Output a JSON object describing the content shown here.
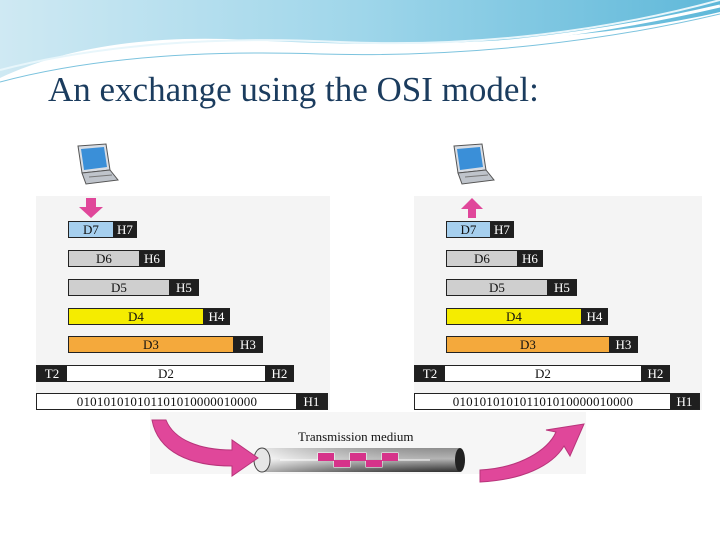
{
  "title": "An exchange using the OSI model:",
  "left_stack": [
    {
      "data": "D7",
      "header": "H7",
      "color": "blue"
    },
    {
      "data": "D6",
      "header": "H6",
      "color": "gray"
    },
    {
      "data": "D5",
      "header": "H5",
      "color": "gray"
    },
    {
      "data": "D4",
      "header": "H4",
      "color": "yellow"
    },
    {
      "data": "D3",
      "header": "H3",
      "color": "orange"
    },
    {
      "data": "D2",
      "header": "H2",
      "trailer": "T2",
      "color": "white"
    },
    {
      "data": "010101010101101010000010000",
      "header": "H1",
      "color": "white"
    }
  ],
  "right_stack": [
    {
      "data": "D7",
      "header": "H7",
      "color": "blue"
    },
    {
      "data": "D6",
      "header": "H6",
      "color": "gray"
    },
    {
      "data": "D5",
      "header": "H5",
      "color": "gray"
    },
    {
      "data": "D4",
      "header": "H4",
      "color": "yellow"
    },
    {
      "data": "D3",
      "header": "H3",
      "color": "orange"
    },
    {
      "data": "D2",
      "header": "H2",
      "trailer": "T2",
      "color": "white"
    },
    {
      "data": "010101010101101010000010000",
      "header": "H1",
      "color": "white"
    }
  ],
  "medium_label": "Transmission medium",
  "colors": {
    "layer7": "#a6cfee",
    "layer_gray": "#cfcfcf",
    "layer4": "#f5ec00",
    "layer3": "#f4a93c",
    "header": "#1f1f1f",
    "arrow": "#e0479a",
    "title": "#1b3c5e"
  }
}
